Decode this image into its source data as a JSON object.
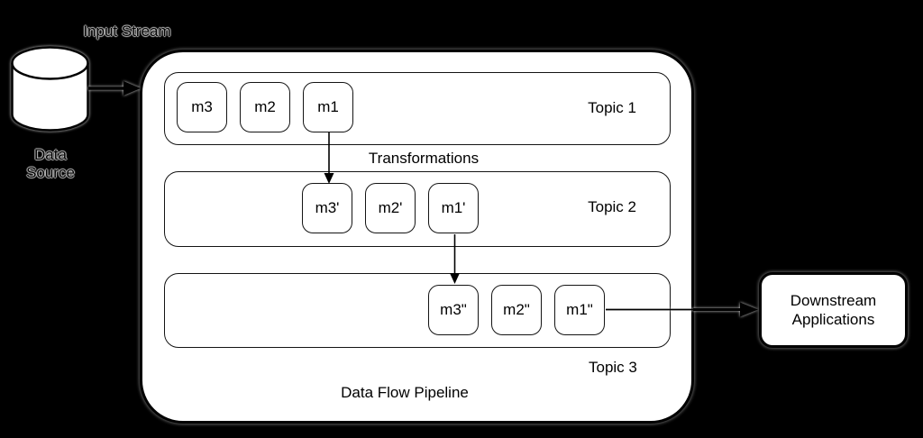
{
  "colors": {
    "background": "#000000",
    "shape_fill": "#ffffff",
    "stroke": "#000000",
    "halo": "#c9c9c9"
  },
  "source": {
    "stream_label": "Input Stream",
    "name": "Data Source"
  },
  "pipeline": {
    "title": "Data Flow Pipeline",
    "transform_label": "Transformations",
    "topics": [
      {
        "label": "Topic 1",
        "messages": [
          "m3",
          "m2",
          "m1"
        ]
      },
      {
        "label": "Topic 2",
        "messages": [
          "m3'",
          "m2'",
          "m1'"
        ]
      },
      {
        "label": "Topic 3",
        "messages": [
          "m3\"",
          "m2\"",
          "m1\""
        ]
      }
    ]
  },
  "downstream": {
    "label": "Downstream Applications"
  }
}
